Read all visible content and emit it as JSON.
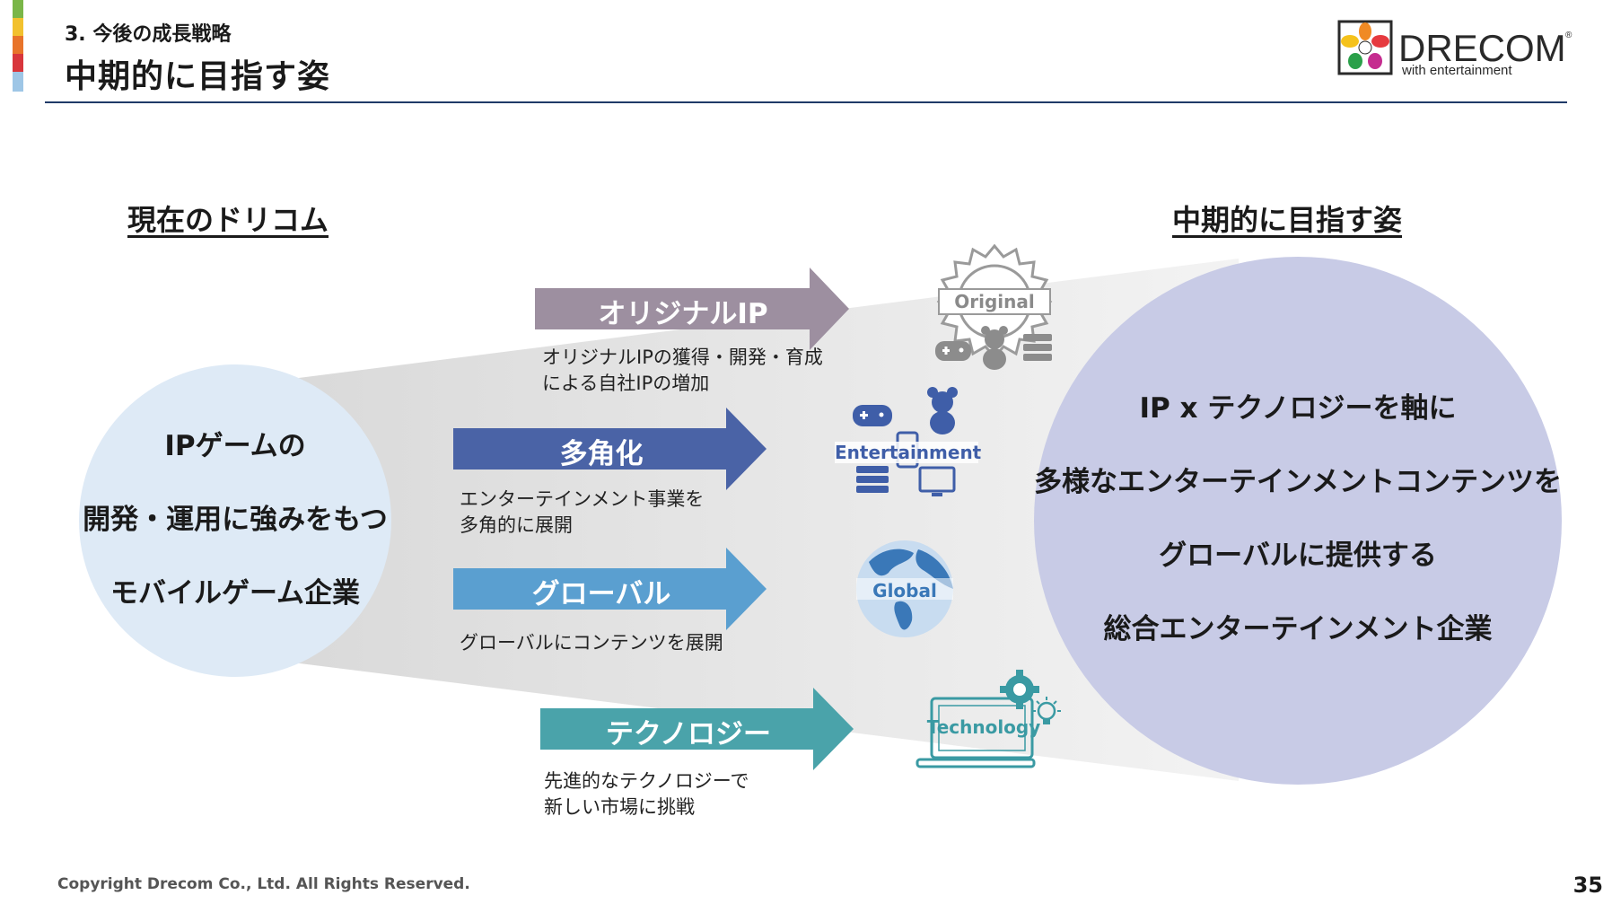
{
  "header": {
    "section": "3. 今後の成長戦略",
    "title": "中期的に目指す姿"
  },
  "logo": {
    "name": "DRECOM",
    "tagline": "with entertainment",
    "mark": "®"
  },
  "left": {
    "heading": "現在のドリコム",
    "lines": [
      "IPゲームの",
      "開発・運用に強みをもつ",
      "モバイルゲーム企業"
    ]
  },
  "right": {
    "heading": "中期的に目指す姿",
    "lines": [
      "IP x テクノロジーを軸に",
      "多様なエンターテインメントコンテンツを",
      "グローバルに提供する",
      "総合エンターテインメント企業"
    ]
  },
  "strategies": [
    {
      "label": "オリジナルIP",
      "desc": "オリジナルIPの獲得・開発・育成\nによる自社IPの増加",
      "icon_label": "Original",
      "icon": "sun-badge-icon",
      "color": "#9d8fa0"
    },
    {
      "label": "多角化",
      "desc": "エンターテインメント事業を\n多角的に展開",
      "icon_label": "Entertainment",
      "icon": "entertainment-icon",
      "color": "#4a63a6"
    },
    {
      "label": "グローバル",
      "desc": "グローバルにコンテンツを展開",
      "icon_label": "Global",
      "icon": "globe-icon",
      "color": "#5a9fd0"
    },
    {
      "label": "テクノロジー",
      "desc": "先進的なテクノロジーで\n新しい市場に挑戦",
      "icon_label": "Technology",
      "icon": "laptop-gear-icon",
      "color": "#4aa3aa"
    }
  ],
  "footer": {
    "copyright": "Copyright Drecom Co., Ltd. All Rights Reserved.",
    "page": "35"
  }
}
